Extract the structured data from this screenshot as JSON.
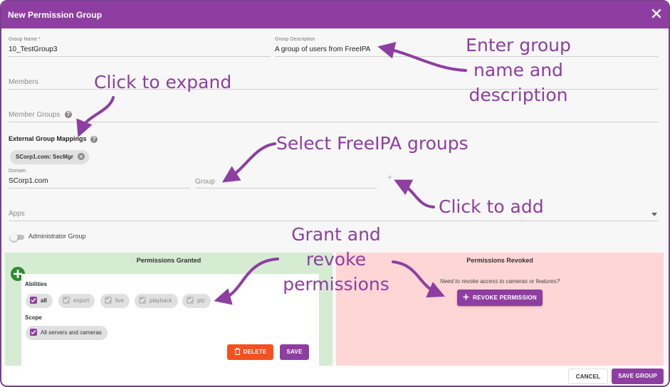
{
  "dialog": {
    "title": "New Permission Group"
  },
  "form": {
    "group_name_label": "Group Name *",
    "group_name_value": "10_TestGroup3",
    "group_description_label": "Group Description",
    "group_description_value": "A group of users from FreeIPA",
    "members_placeholder": "Members",
    "member_groups_placeholder": "Member Groups",
    "external_mappings_title": "External Group Mappings",
    "mapping_chip": "SCorp1.com: SecMgr",
    "domain_label": "Domain",
    "domain_value": "SCorp1.com",
    "group_placeholder": "Group",
    "add_symbol": "+",
    "apps_placeholder": "Apps",
    "admin_group_label": "Administrator Group"
  },
  "permissions_granted": {
    "title": "Permissions Granted",
    "abilities_label": "Abilities",
    "abilities": [
      {
        "label": "all",
        "checked": true
      },
      {
        "label": "export",
        "checked": false
      },
      {
        "label": "live",
        "checked": false
      },
      {
        "label": "playback",
        "checked": false
      },
      {
        "label": "ptz",
        "checked": false
      }
    ],
    "scope_label": "Scope",
    "scope_value": "All servers and cameras",
    "delete_label": "DELETE",
    "save_label": "SAVE"
  },
  "permissions_revoked": {
    "title": "Permissions Revoked",
    "hint": "Need to revoke access to cameras or features?",
    "revoke_button": "REVOKE PERMISSION"
  },
  "footer": {
    "cancel_label": "CANCEL",
    "save_group_label": "SAVE GROUP"
  },
  "annotations": {
    "enter_group": [
      "Enter group",
      "name and",
      "description"
    ],
    "click_expand": "Click to expand",
    "select_groups": "Select FreeIPA groups",
    "click_add": "Click to add",
    "grant_revoke": [
      "Grant and",
      "revoke",
      "permissions"
    ]
  },
  "colors": {
    "brand_purple": "#8e3ea1",
    "granted_bg": "#d5ecd2",
    "revoked_bg": "#ffd6d6",
    "delete_orange": "#f4511e",
    "add_green": "#2e8b2e"
  },
  "icons": {
    "close": "close-icon",
    "help": "help-icon",
    "chip_remove": "chip-remove-icon",
    "dropdown": "dropdown-arrow-icon",
    "add_permission": "plus-circle-icon",
    "trash": "trash-icon",
    "revoke_plus": "plus-icon"
  }
}
